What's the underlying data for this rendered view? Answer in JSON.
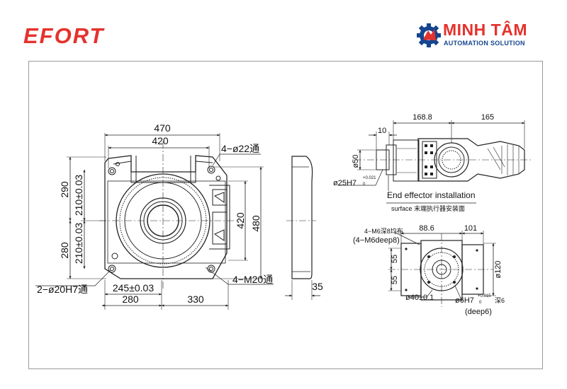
{
  "header": {
    "brand_left": "EFORT",
    "brand_right_title": "MINH TÂM",
    "brand_right_subtitle": "AUTOMATION SOLUTION"
  },
  "colors": {
    "brand_red": "#e5322d",
    "brand_blue": "#16458f",
    "line": "#222222",
    "frame": "#9a9a9a"
  },
  "front_view": {
    "dim_470": "470",
    "dim_420_top": "420",
    "hole_4x22": "4−ø22通",
    "dim_290": "290",
    "dim_280_left": "280",
    "dim_210_top": "210±0.03",
    "dim_210_bot": "210±0.03",
    "dim_420_right": "420",
    "dim_480": "480",
    "pin_2x20": "2−ø20H7通",
    "dim_245": "245±0.03",
    "dim_280_bot": "280",
    "dim_330": "330",
    "thread_4xM20": "4−M20通"
  },
  "side_view": {
    "dim_35": "35"
  },
  "wrist_top": {
    "dim_168": "168.8",
    "dim_165": "165",
    "dim_10": "10",
    "dia_50": "ø50",
    "fit_25": "ø25H7",
    "tol_25_upper": "+0.021",
    "tol_25_lower": "0",
    "note_line1": "End effector installation",
    "note_line2": "surface 末端执行器安装面"
  },
  "wrist_bottom": {
    "thread_cn": "4−M6深8均布",
    "thread_en": "(4−M6deep8)",
    "dim_88": "88.6",
    "dim_101": "101",
    "dim_55_top": "55",
    "dim_55_bot": "55",
    "dia_120": "ø120",
    "dia_40": "ø40±0.1",
    "pin_6": "ø6H7",
    "tol_6_upper": "+0.015",
    "tol_6_lower": "0",
    "pin_6_suffix": "深6",
    "pin_6_deep": "(deep6)"
  }
}
